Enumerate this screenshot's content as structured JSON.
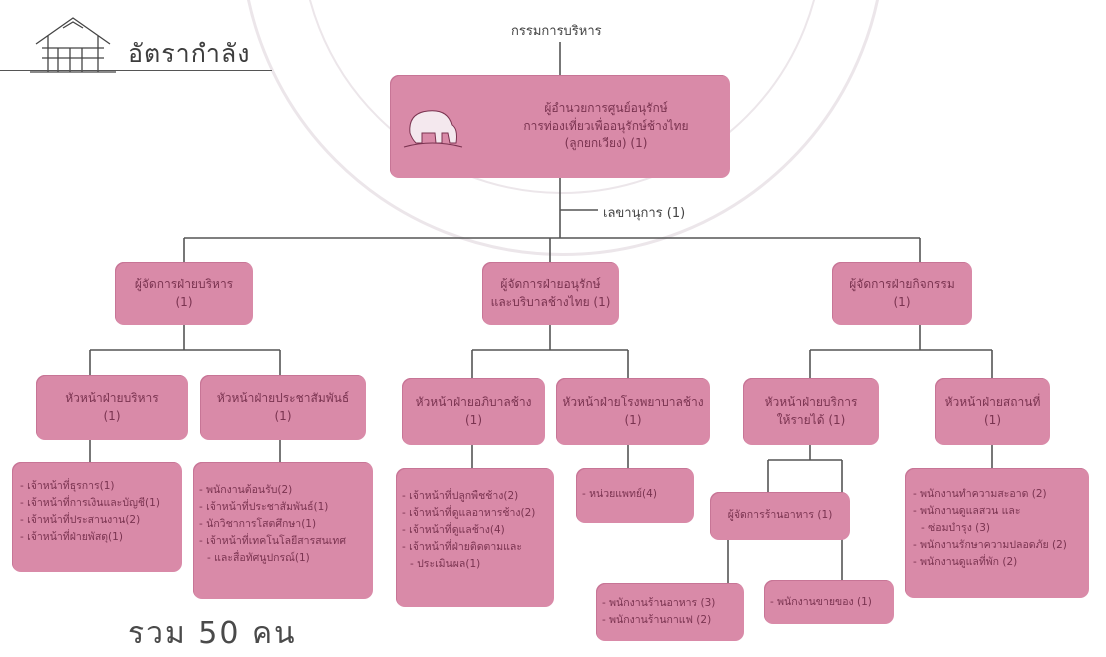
{
  "header": {
    "title": "อัตรากำลัง",
    "board": "กรรมการบริหาร"
  },
  "director": {
    "line1": "ผู้อำนวยการศูนย์อนุรักษ์",
    "line2": "การท่องเที่ยวเพื่ออนุรักษ์ช้างไทย",
    "line3": "(ลูกยกเวียง) (1)"
  },
  "secretary": "เลขานุการ (1)",
  "managers": [
    {
      "line1": "ผู้จัดการฝ่ายบริหาร",
      "line2": "(1)"
    },
    {
      "line1": "ผู้จัดการฝ่ายอนุรักษ์",
      "line2": "และบริบาลช้างไทย (1)"
    },
    {
      "line1": "ผู้จัดการฝ่ายกิจกรรม",
      "line2": "(1)"
    }
  ],
  "heads": [
    {
      "line1": "หัวหน้าฝ่ายบริหาร",
      "line2": "(1)"
    },
    {
      "line1": "หัวหน้าฝ่ายประชาสัมพันธ์",
      "line2": "(1)"
    },
    {
      "line1": "หัวหน้าฝ่ายอภิบาลช้าง",
      "line2": "(1)"
    },
    {
      "line1": "หัวหน้าฝ่ายโรงพยาบาลช้าง",
      "line2": "(1)"
    },
    {
      "line1": "หัวหน้าฝ่ายบริการ",
      "line2": "ให้รายได้ (1)"
    },
    {
      "line1": "หัวหน้าฝ่ายสถานที่",
      "line2": "(1)"
    }
  ],
  "staff": {
    "admin": [
      "เจ้าหน้าที่ธุรการ(1)",
      "เจ้าหน้าที่การเงินและบัญชี(1)",
      "เจ้าหน้าที่ประสานงาน(2)",
      "เจ้าหน้าที่ฝ่ายพัสดุ(1)"
    ],
    "pr": [
      "พนักงานต้อนรับ(2)",
      "เจ้าหน้าที่ประชาสัมพันธ์(1)",
      "นักวิชาการโสตศึกษา(1)",
      "เจ้าหน้าที่เทคโนโลยีสารสนเทศ",
      "และสื่อทัศนูปกรณ์(1)"
    ],
    "care": [
      "เจ้าหน้าที่ปลูกพืชช้าง(2)",
      "เจ้าหน้าที่ดูแลอาหารช้าง(2)",
      "เจ้าหน้าที่ดูแลช้าง(4)",
      "เจ้าหน้าที่ฝ่ายติดตามและ",
      "ประเมินผล(1)"
    ],
    "hospital": [
      "หน่วยแพทย์(4)"
    ],
    "restaurant_mgr": "ผู้จัดการร้านอาหาร (1)",
    "restaurant_staff": [
      "พนักงานร้านอาหาร (3)",
      "พนักงานร้านกาแฟ (2)"
    ],
    "shop": [
      "พนักงานขายของ (1)"
    ],
    "venue": [
      "พนักงานทำความสะอาด (2)",
      "พนักงานดูแลสวน และ",
      "ซ่อมบำรุง (3)",
      "พนักงานรักษาความปลอดภัย (2)",
      "พนักงานดูแลที่พัก (2)"
    ]
  },
  "footer": "รวม 50 คน",
  "colors": {
    "box": "#d98aa8",
    "text": "#7a3350",
    "line": "#555555"
  }
}
